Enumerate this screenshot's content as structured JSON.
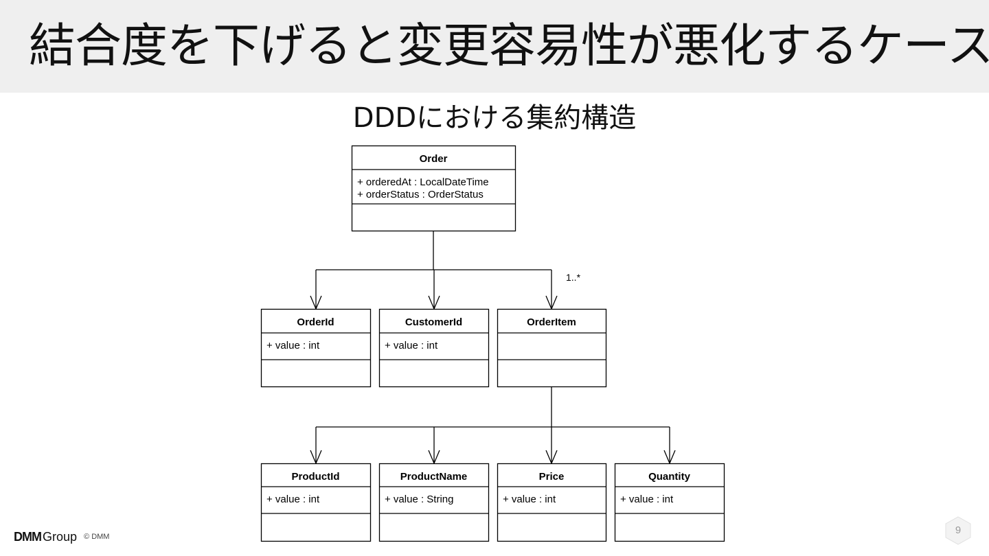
{
  "slide": {
    "title": "結合度を下げると変更容易性が悪化するケース",
    "subtitle": "DDDにおける集約構造",
    "page_number": "9"
  },
  "footer": {
    "logo_primary": "DMM",
    "logo_secondary": "Group",
    "copyright": "© DMM"
  },
  "diagram": {
    "classes": [
      {
        "id": "order",
        "name": "Order",
        "attributes": [
          "+ orderedAt : LocalDateTime",
          "+ orderStatus : OrderStatus"
        ]
      },
      {
        "id": "orderid",
        "name": "OrderId",
        "attributes": [
          "+ value : int"
        ]
      },
      {
        "id": "customerid",
        "name": "CustomerId",
        "attributes": [
          "+ value : int"
        ]
      },
      {
        "id": "orderitem",
        "name": "OrderItem",
        "attributes": []
      },
      {
        "id": "productid",
        "name": "ProductId",
        "attributes": [
          "+ value : int"
        ]
      },
      {
        "id": "productname",
        "name": "ProductName",
        "attributes": [
          "+ value : String"
        ]
      },
      {
        "id": "price",
        "name": "Price",
        "attributes": [
          "+ value : int"
        ]
      },
      {
        "id": "quantity",
        "name": "Quantity",
        "attributes": [
          "+ value : int"
        ]
      }
    ],
    "associations": [
      {
        "from": "order",
        "to": "orderid"
      },
      {
        "from": "order",
        "to": "customerid"
      },
      {
        "from": "order",
        "to": "orderitem",
        "multiplicity": "1..*"
      },
      {
        "from": "orderitem",
        "to": "productid"
      },
      {
        "from": "orderitem",
        "to": "productname"
      },
      {
        "from": "orderitem",
        "to": "price"
      },
      {
        "from": "orderitem",
        "to": "quantity"
      }
    ]
  }
}
